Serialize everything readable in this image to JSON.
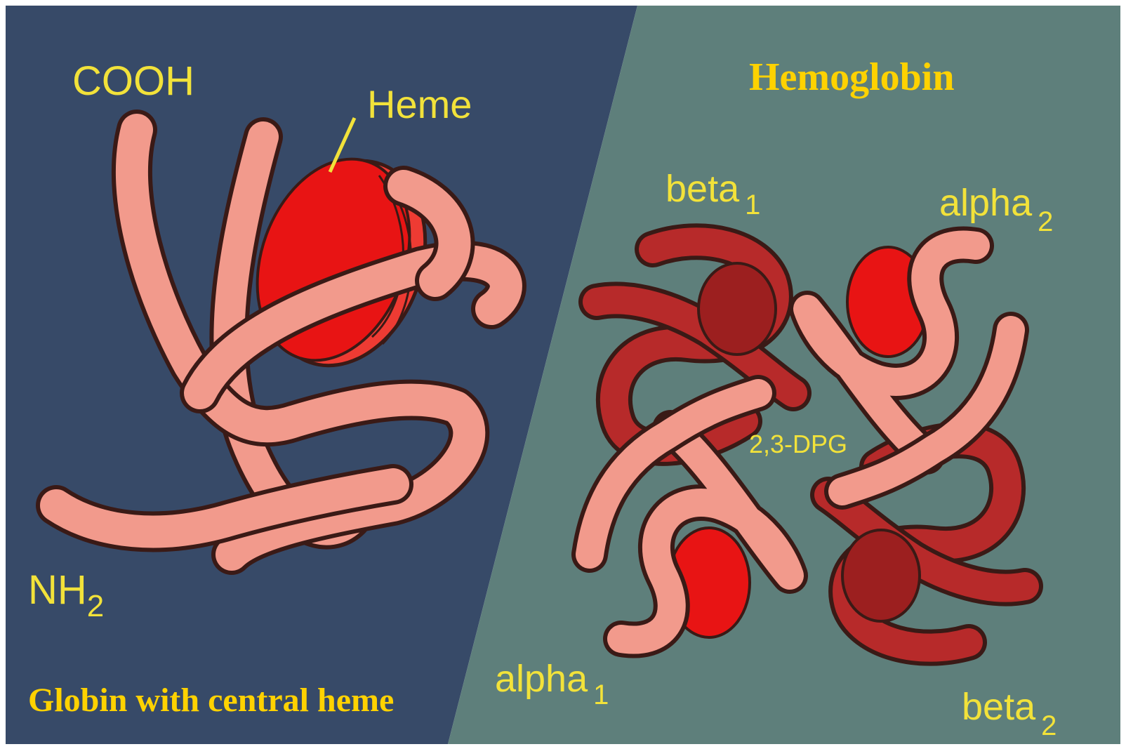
{
  "left_panel": {
    "label_cooh": "COOH",
    "label_heme": "Heme",
    "label_nh": "NH",
    "label_nh_sub": "2",
    "caption": "Globin with central heme"
  },
  "right_panel": {
    "title": "Hemoglobin",
    "beta1": {
      "name": "beta",
      "sub": "1"
    },
    "alpha2": {
      "name": "alpha",
      "sub": "2"
    },
    "alpha1": {
      "name": "alpha",
      "sub": "1"
    },
    "beta2": {
      "name": "beta",
      "sub": "2"
    },
    "center_label": "2,3-DPG"
  },
  "colors": {
    "left_background": "#374a68",
    "right_background": "#5e7f7b",
    "label_yellow": "#f2e23a",
    "caption_gold": "#ffd200",
    "alpha_chain": "#f29a8c",
    "beta_chain": "#b72a2a",
    "heme": "#e01010"
  }
}
